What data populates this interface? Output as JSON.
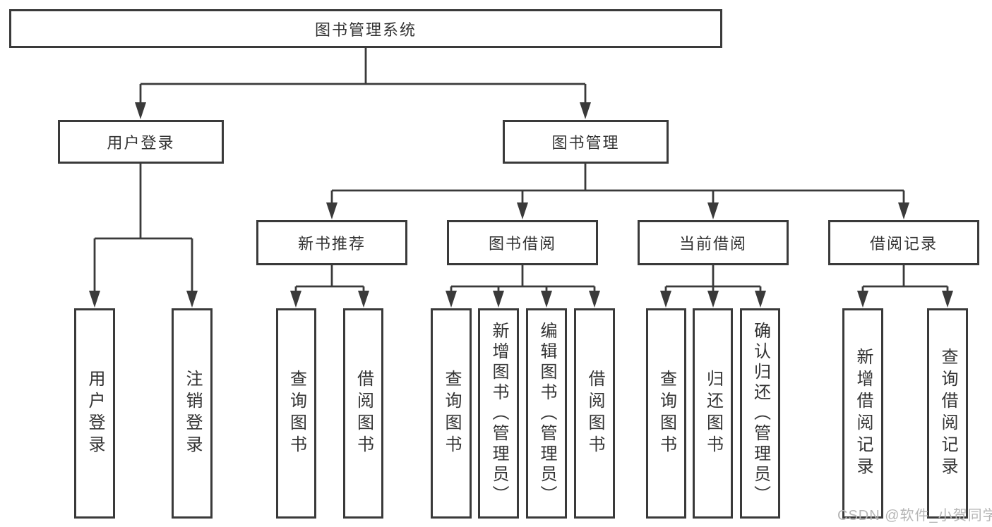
{
  "diagram": {
    "type": "hierarchy-tree",
    "root": "图书管理系统",
    "level2": {
      "login": "用户登录",
      "manage": "图书管理"
    },
    "level3": {
      "new_books": "新书推荐",
      "book_borrow": "图书借阅",
      "current_borrow": "当前借阅",
      "borrow_records": "借阅记录"
    },
    "leaves": {
      "login": [
        "用户登录",
        "注销登录"
      ],
      "new_books": [
        "查询图书",
        "借阅图书"
      ],
      "book_borrow": [
        "查询图书",
        "新增图书（管理员）",
        "编辑图书（管理员）",
        "借阅图书"
      ],
      "current_borrow": [
        "查询图书",
        "归还图书",
        "确认归还（管理员）"
      ],
      "borrow_records": [
        "新增借阅记录",
        "查询借阅记录"
      ]
    },
    "colors": {
      "line": "#3a3a3a",
      "text": "#333333",
      "background": "#ffffff",
      "watermark": "#b6b6b6"
    }
  },
  "watermark": "CSDN @软件_小贺同学"
}
